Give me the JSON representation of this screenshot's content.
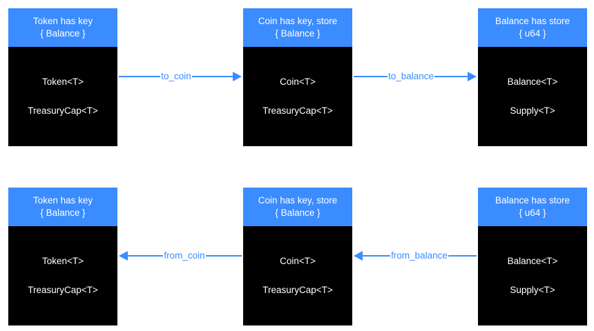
{
  "theme": {
    "header_blue": "#3b8cfe",
    "body_black": "#000000",
    "text_white": "#ffffff",
    "arrow_blue": "#3b8cfe",
    "background": "#ffffff"
  },
  "rows": [
    {
      "id": "top-row",
      "direction": "left-to-right",
      "nodes": [
        {
          "id": "token",
          "header_line1": "Token has key",
          "header_line2": "{ Balance }",
          "body_line1": "Token<T>",
          "body_line2": "TreasuryCap<T>"
        },
        {
          "id": "coin",
          "header_line1": "Coin has key, store",
          "header_line2": "{ Balance }",
          "body_line1": "Coin<T>",
          "body_line2": "TreasuryCap<T>"
        },
        {
          "id": "balance",
          "header_line1": "Balance has store",
          "header_line2": "{ u64 }",
          "body_line1": "Balance<T>",
          "body_line2": "Supply<T>"
        }
      ],
      "edges": [
        {
          "id": "to-coin",
          "label": "to_coin",
          "arrow": "right"
        },
        {
          "id": "to-balance",
          "label": "to_balance",
          "arrow": "right"
        }
      ]
    },
    {
      "id": "bottom-row",
      "direction": "right-to-left",
      "nodes": [
        {
          "id": "token",
          "header_line1": "Token has key",
          "header_line2": "{ Balance }",
          "body_line1": "Token<T>",
          "body_line2": "TreasuryCap<T>"
        },
        {
          "id": "coin",
          "header_line1": "Coin has key, store",
          "header_line2": "{ Balance }",
          "body_line1": "Coin<T>",
          "body_line2": "TreasuryCap<T>"
        },
        {
          "id": "balance",
          "header_line1": "Balance has store",
          "header_line2": "{ u64 }",
          "body_line1": "Balance<T>",
          "body_line2": "Supply<T>"
        }
      ],
      "edges": [
        {
          "id": "from-coin",
          "label": "from_coin",
          "arrow": "left"
        },
        {
          "id": "from-balance",
          "label": "from_balance",
          "arrow": "left"
        }
      ]
    }
  ]
}
